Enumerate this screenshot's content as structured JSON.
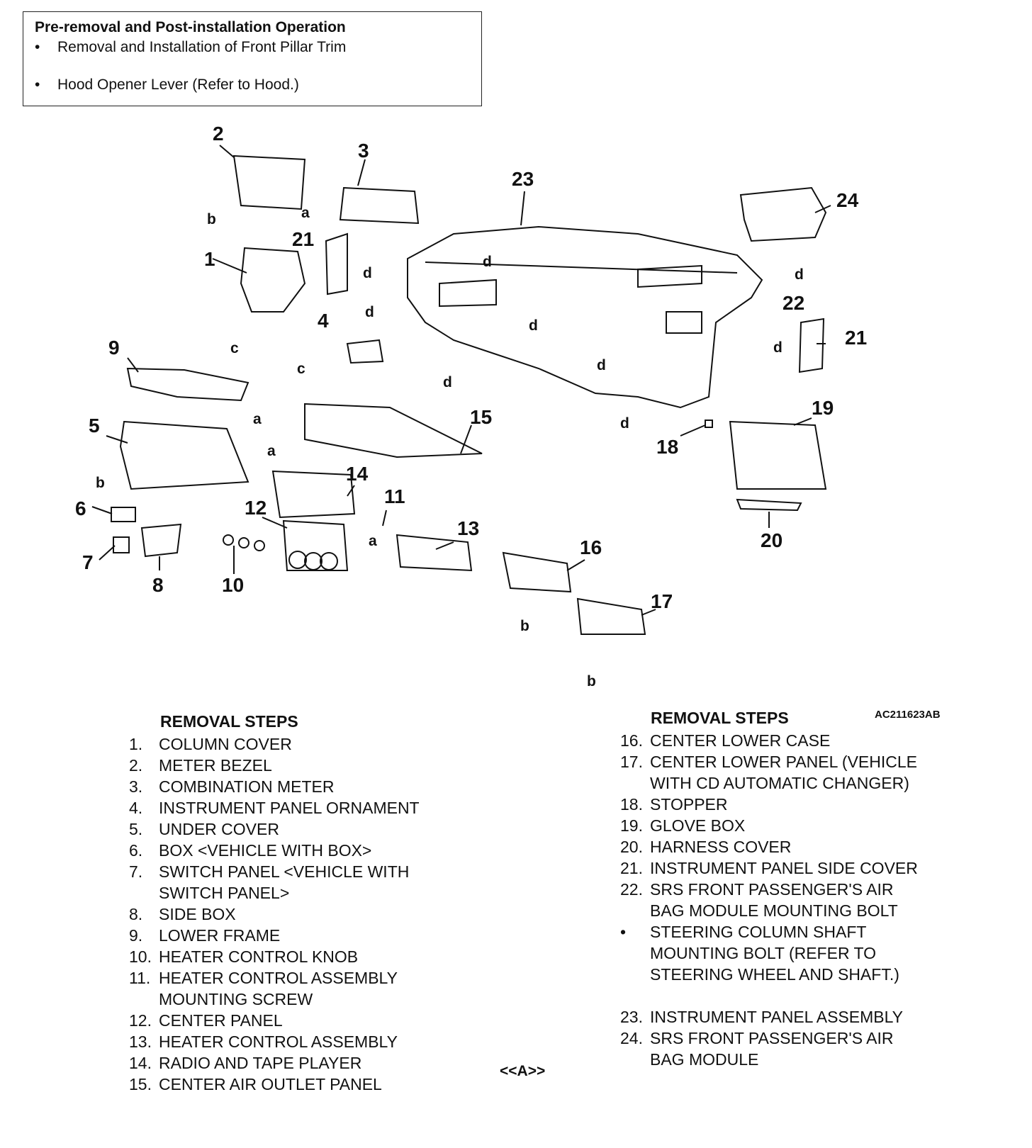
{
  "operation_box": {
    "title": "Pre-removal and Post-installation Operation",
    "items": [
      "Removal and Installation of Front Pillar Trim",
      "Hood Opener Lever (Refer to Hood.)"
    ]
  },
  "diagram": {
    "callouts": [
      "1",
      "2",
      "3",
      "4",
      "5",
      "6",
      "7",
      "8",
      "9",
      "10",
      "11",
      "12",
      "13",
      "14",
      "15",
      "16",
      "17",
      "18",
      "19",
      "20",
      "21",
      "21",
      "22",
      "23",
      "24"
    ],
    "fastener_letters": [
      "a",
      "b",
      "c",
      "d"
    ],
    "figure_code": "AC211623AB"
  },
  "removal_steps_left": {
    "heading": "REMOVAL STEPS",
    "steps": [
      {
        "num": "1.",
        "lines": [
          "COLUMN COVER"
        ]
      },
      {
        "num": "2.",
        "lines": [
          "METER BEZEL"
        ]
      },
      {
        "num": "3.",
        "lines": [
          "COMBINATION METER"
        ]
      },
      {
        "num": "4.",
        "lines": [
          "INSTRUMENT PANEL ORNAMENT"
        ]
      },
      {
        "num": "5.",
        "lines": [
          "UNDER COVER"
        ]
      },
      {
        "num": "6.",
        "lines": [
          "BOX <VEHICLE WITH BOX>"
        ]
      },
      {
        "num": "7.",
        "lines": [
          "SWITCH PANEL <VEHICLE WITH",
          "SWITCH PANEL>"
        ]
      },
      {
        "num": "8.",
        "lines": [
          "SIDE BOX"
        ]
      },
      {
        "num": "9.",
        "lines": [
          "LOWER FRAME"
        ]
      },
      {
        "num": "10.",
        "lines": [
          "HEATER CONTROL KNOB"
        ]
      },
      {
        "num": "11.",
        "lines": [
          "HEATER CONTROL ASSEMBLY",
          "MOUNTING SCREW"
        ]
      },
      {
        "num": "12.",
        "lines": [
          "CENTER PANEL"
        ]
      },
      {
        "num": "13.",
        "lines": [
          "HEATER CONTROL ASSEMBLY"
        ]
      },
      {
        "num": "14.",
        "lines": [
          "RADIO AND TAPE PLAYER"
        ]
      },
      {
        "num": "15.",
        "lines": [
          "CENTER AIR OUTLET PANEL"
        ]
      }
    ],
    "marker": "<<A>>"
  },
  "removal_steps_right": {
    "heading": "REMOVAL STEPS",
    "steps": [
      {
        "num": "16.",
        "lines": [
          "CENTER LOWER CASE"
        ]
      },
      {
        "num": "17.",
        "lines": [
          "CENTER LOWER PANEL (VEHICLE",
          "WITH CD AUTOMATIC CHANGER)"
        ]
      },
      {
        "num": "18.",
        "lines": [
          "STOPPER"
        ]
      },
      {
        "num": "19.",
        "lines": [
          "GLOVE BOX"
        ]
      },
      {
        "num": "20.",
        "lines": [
          "HARNESS COVER"
        ]
      },
      {
        "num": "21.",
        "lines": [
          "INSTRUMENT PANEL SIDE COVER"
        ]
      },
      {
        "num": "22.",
        "lines": [
          "SRS FRONT PASSENGER'S AIR",
          "BAG MODULE MOUNTING BOLT"
        ]
      },
      {
        "num": "•",
        "lines": [
          "STEERING COLUMN SHAFT",
          "MOUNTING BOLT (REFER TO",
          "STEERING WHEEL AND SHAFT.)"
        ]
      },
      {
        "num": "23.",
        "lines": [
          "INSTRUMENT PANEL ASSEMBLY"
        ]
      },
      {
        "num": "24.",
        "lines": [
          "SRS FRONT PASSENGER'S AIR",
          "BAG MODULE"
        ]
      }
    ]
  }
}
